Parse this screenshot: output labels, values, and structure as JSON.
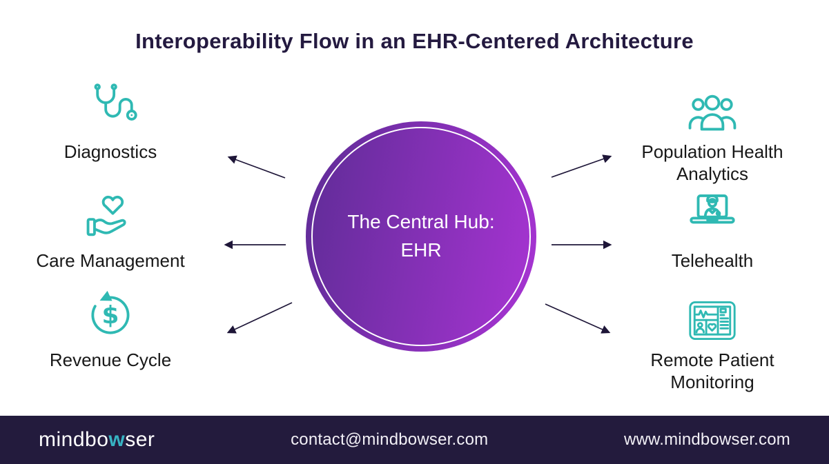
{
  "title": "Interoperability Flow in an EHR-Centered Architecture",
  "hub": {
    "line1": "The Central Hub:",
    "line2": "EHR"
  },
  "nodes": {
    "left": [
      {
        "icon": "stethoscope-icon",
        "lines": [
          "Diagnostics"
        ]
      },
      {
        "icon": "hand-heart-icon",
        "lines": [
          "Care Management"
        ]
      },
      {
        "icon": "dollar-cycle-icon",
        "lines": [
          "Revenue Cycle"
        ]
      }
    ],
    "right": [
      {
        "icon": "people-group-icon",
        "lines": [
          "Population Health",
          "Analytics"
        ]
      },
      {
        "icon": "telehealth-laptop-icon",
        "lines": [
          "Telehealth"
        ]
      },
      {
        "icon": "patient-monitor-icon",
        "lines": [
          "Remote Patient",
          "Monitoring"
        ]
      }
    ]
  },
  "footer": {
    "logo_part1": "mindbo",
    "logo_w": "w",
    "logo_part2": "ser",
    "email": "contact@mindbowser.com",
    "website": "www.mindbowser.com"
  },
  "colors": {
    "accent_teal": "#2fb9b3",
    "logo_teal": "#37b3c3",
    "purple_dark": "#5e2c96",
    "purple_bright": "#a934d4",
    "title_ink": "#241a40",
    "label_ink": "#181818",
    "arrow_ink": "#1e1638",
    "footer_bg": "#231b3d"
  }
}
